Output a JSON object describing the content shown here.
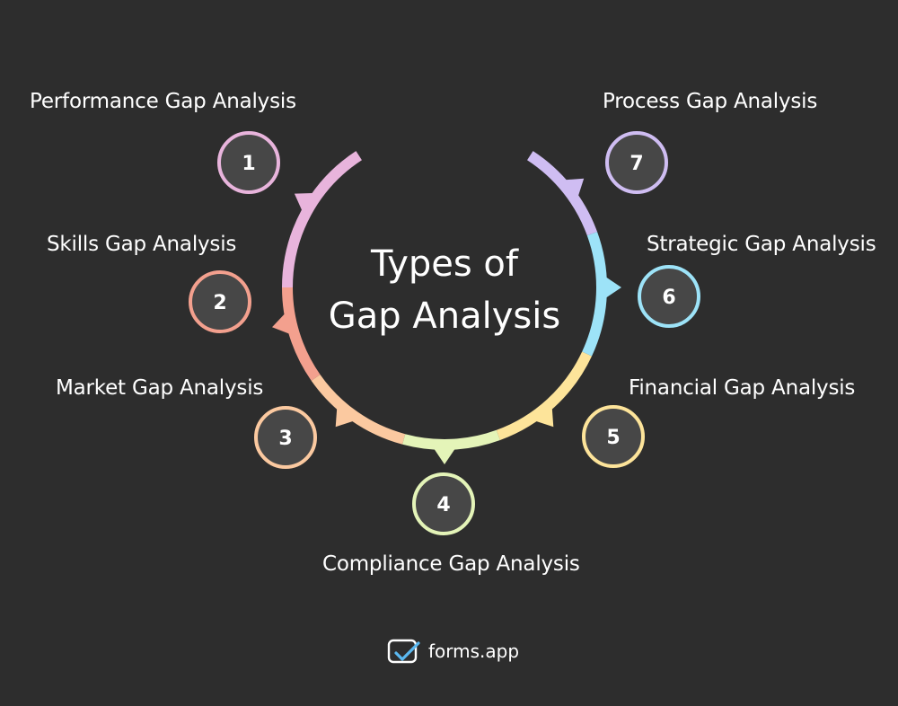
{
  "title": {
    "line1": "Types of",
    "line2": "Gap Analysis"
  },
  "types": [
    {
      "number": "1",
      "label": "Performance Gap Analysis",
      "color": "#e8b4dc"
    },
    {
      "number": "2",
      "label": "Skills Gap Analysis",
      "color": "#f3a08e"
    },
    {
      "number": "3",
      "label": "Market Gap Analysis",
      "color": "#fbc9a0"
    },
    {
      "number": "4",
      "label": "Compliance Gap Analysis",
      "color": "#e4f4b8"
    },
    {
      "number": "5",
      "label": "Financial Gap Analysis",
      "color": "#fde49a"
    },
    {
      "number": "6",
      "label": "Strategic Gap Analysis",
      "color": "#9de3f8"
    },
    {
      "number": "7",
      "label": "Process Gap Analysis",
      "color": "#cfbdf2"
    }
  ],
  "circle_fill": "#474747",
  "background": "#2d2d2d",
  "brand": {
    "name": "forms.app",
    "icon": "forms-app-logo-icon"
  }
}
